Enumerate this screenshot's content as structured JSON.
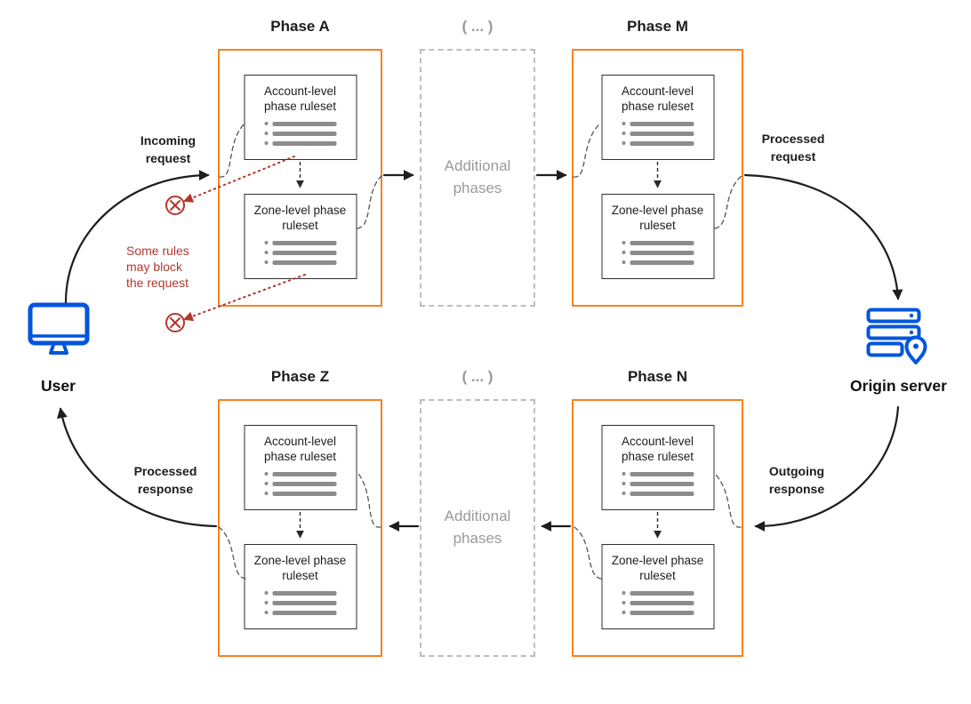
{
  "colors": {
    "orange": "#F6821F",
    "blue": "#0055DC",
    "red": "#B3362C",
    "gray_text": "#9A9A9A",
    "dark": "#1D1D1D"
  },
  "user": {
    "label": "User"
  },
  "origin": {
    "label": "Origin server"
  },
  "phases": {
    "a": {
      "title": "Phase A",
      "account": "Account-level phase ruleset",
      "zone": "Zone-level phase ruleset"
    },
    "m": {
      "title": "Phase M",
      "account": "Account-level phase ruleset",
      "zone": "Zone-level phase ruleset"
    },
    "z": {
      "title": "Phase Z",
      "account": "Account-level phase ruleset",
      "zone": "Zone-level phase ruleset"
    },
    "n": {
      "title": "Phase N",
      "account": "Account-level phase ruleset",
      "zone": "Zone-level phase ruleset"
    }
  },
  "additional": {
    "top": {
      "title": "( ... )",
      "label": "Additional phases"
    },
    "bottom": {
      "title": "( ... )",
      "label": "Additional phases"
    }
  },
  "flow_labels": {
    "incoming_request": "Incoming request",
    "processed_request": "Processed request",
    "outgoing_response": "Outgoing response",
    "processed_response": "Processed response"
  },
  "warning": {
    "text": "Some rules may block the request"
  }
}
